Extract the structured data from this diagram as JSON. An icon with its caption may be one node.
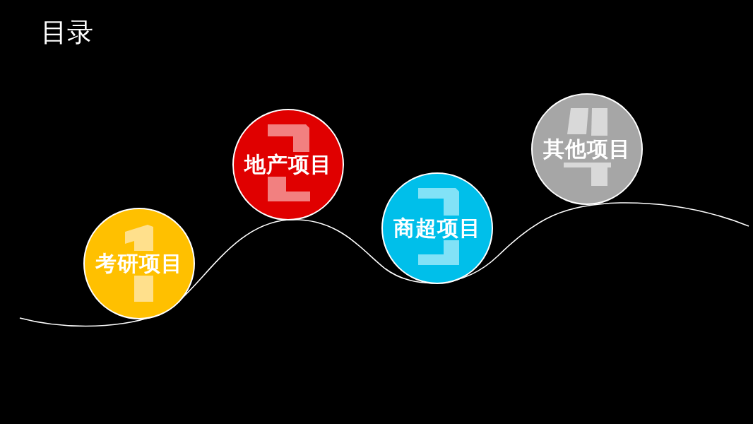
{
  "diagram": {
    "title": "目录",
    "nodes": [
      {
        "text": [
          "考研项目"
        ]
      },
      {
        "text": [
          "地产项目"
        ]
      },
      {
        "text": [
          "商超项目"
        ]
      },
      {
        "text": [
          "其他项目"
        ]
      }
    ]
  }
}
